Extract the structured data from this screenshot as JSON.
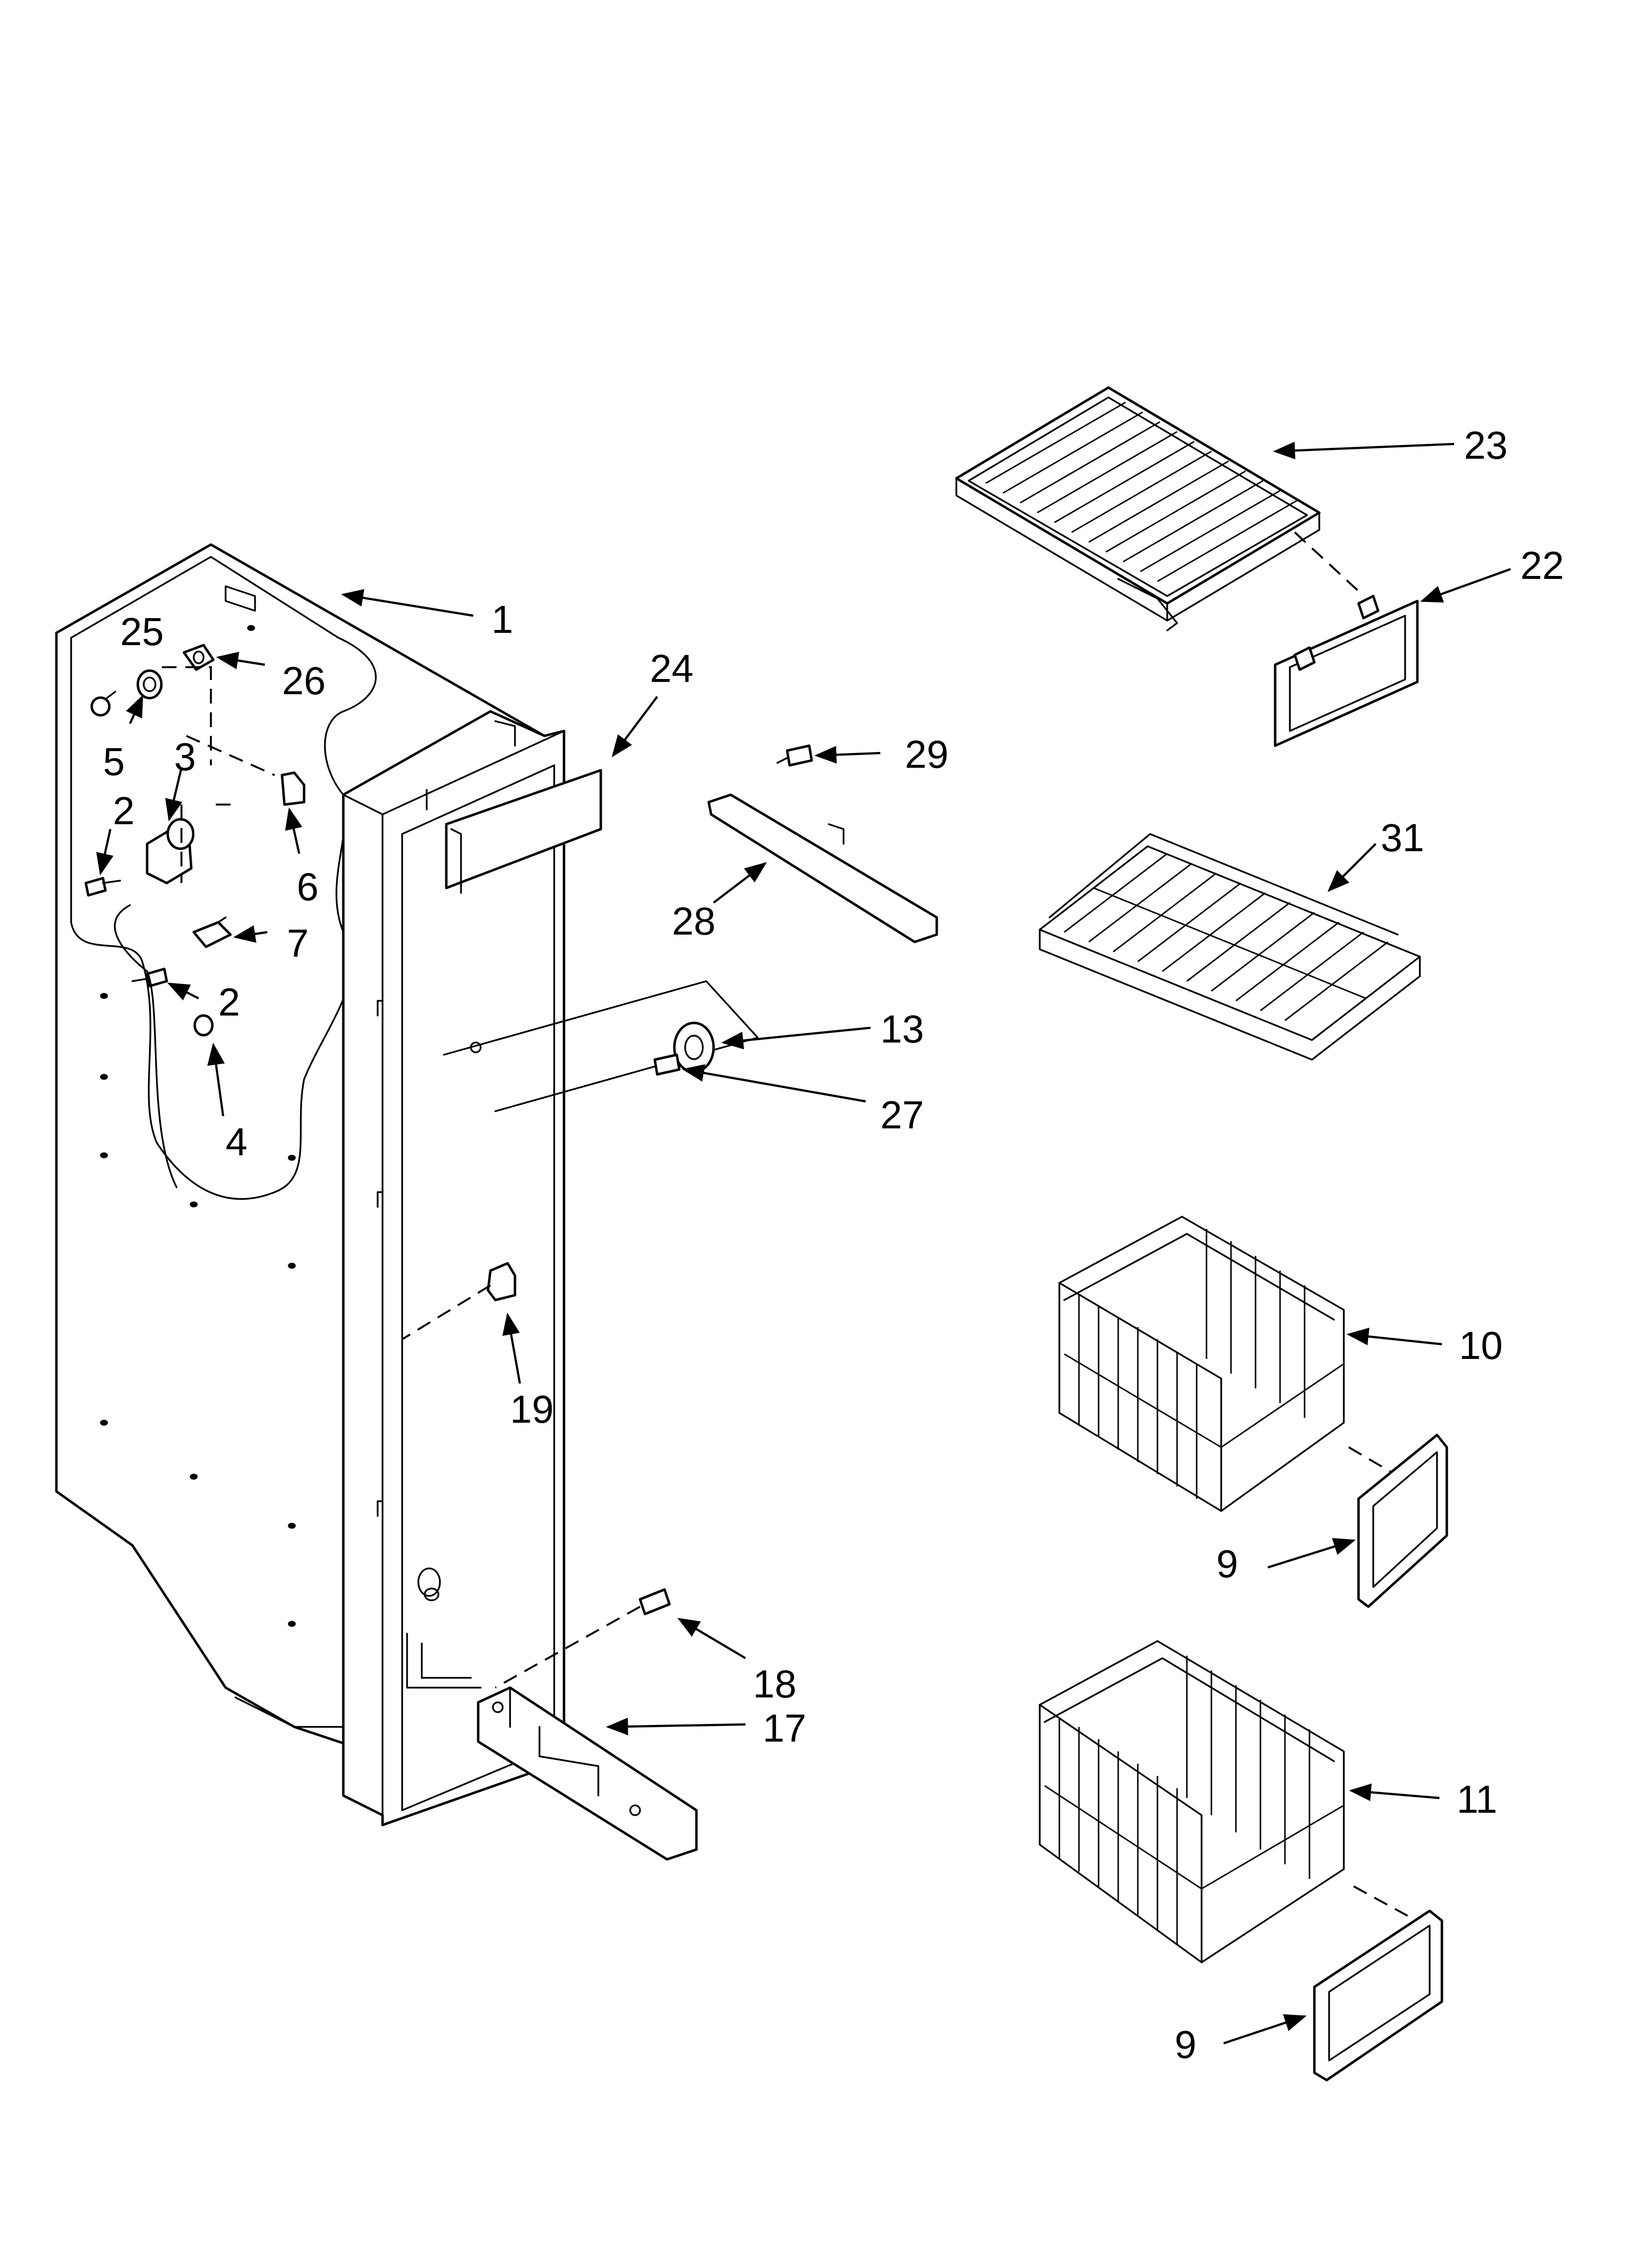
{
  "diagram": {
    "part_labels": {
      "p1": "1",
      "p2a": "2",
      "p2b": "2",
      "p3": "3",
      "p4": "4",
      "p5": "5",
      "p6": "6",
      "p7": "7",
      "p9a": "9",
      "p9b": "9",
      "p10": "10",
      "p11": "11",
      "p13": "13",
      "p17": "17",
      "p18": "18",
      "p19": "19",
      "p22": "22",
      "p23": "23",
      "p24": "24",
      "p25": "25",
      "p26": "26",
      "p27": "27",
      "p28": "28",
      "p29": "29",
      "p31": "31"
    }
  }
}
